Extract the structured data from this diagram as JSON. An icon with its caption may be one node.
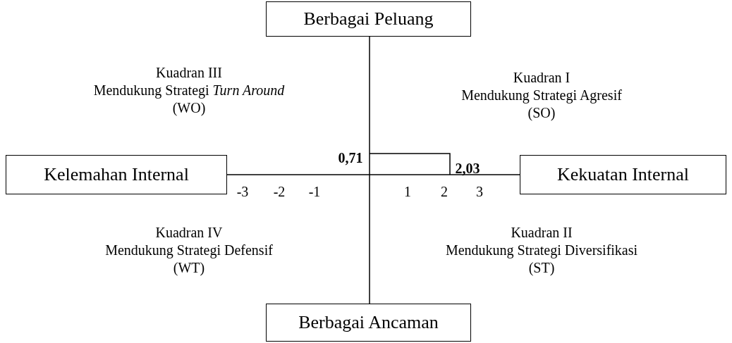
{
  "diagram": {
    "nodes": [
      {
        "text": [
          "Berbagai Peluang"
        ]
      },
      {
        "text": [
          "Kelemahan Internal"
        ]
      },
      {
        "text": [
          "Kekuatan Internal"
        ]
      },
      {
        "text": [
          "Berbagai Ancaman"
        ]
      }
    ],
    "edges": [
      {
        "from": 0,
        "to": 3,
        "arrow": "none"
      },
      {
        "from": 1,
        "to": 2,
        "arrow": "none"
      }
    ],
    "labels": [
      "Kuadran III",
      "Mendukung Strategi *Turn Around*",
      "(WO)",
      "Kuadran I",
      "Mendukung Strategi Agresif",
      "(SO)",
      "0,71",
      "2,03",
      "-3",
      "-2",
      "-1",
      "1",
      "2",
      "3",
      "Kuadran IV",
      "Mendukung Strategi Defensif",
      "(WT)",
      "Kuadran II",
      "Mendukung Strategi Diversifikasi",
      "(ST)"
    ]
  }
}
